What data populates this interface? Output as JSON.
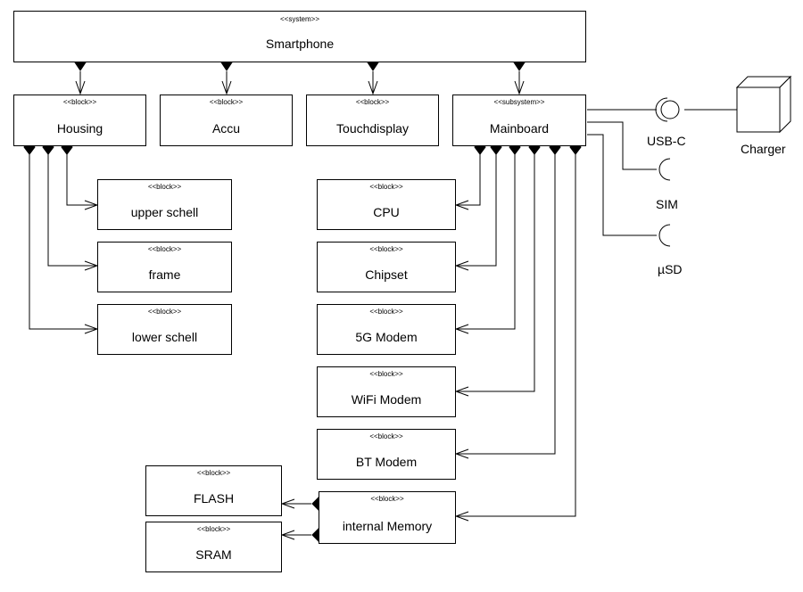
{
  "system": {
    "stereotype": "<<system>>",
    "name": "Smartphone"
  },
  "blocks": {
    "housing": {
      "stereotype": "<<block>>",
      "name": "Housing"
    },
    "accu": {
      "stereotype": "<<block>>",
      "name": "Accu"
    },
    "touchdisplay": {
      "stereotype": "<<block>>",
      "name": "Touchdisplay"
    },
    "mainboard": {
      "stereotype": "<<subsystem>>",
      "name": "Mainboard"
    },
    "upper_schell": {
      "stereotype": "<<block>>",
      "name": "upper schell"
    },
    "frame": {
      "stereotype": "<<block>>",
      "name": "frame"
    },
    "lower_schell": {
      "stereotype": "<<block>>",
      "name": "lower schell"
    },
    "cpu": {
      "stereotype": "<<block>>",
      "name": "CPU"
    },
    "chipset": {
      "stereotype": "<<block>>",
      "name": "Chipset"
    },
    "modem_5g": {
      "stereotype": "<<block>>",
      "name": "5G Modem"
    },
    "wifi_modem": {
      "stereotype": "<<block>>",
      "name": "WiFi Modem"
    },
    "bt_modem": {
      "stereotype": "<<block>>",
      "name": "BT Modem"
    },
    "internal_memory": {
      "stereotype": "<<block>>",
      "name": "internal Memory"
    },
    "flash": {
      "stereotype": "<<block>>",
      "name": "FLASH"
    },
    "sram": {
      "stereotype": "<<block>>",
      "name": "SRAM"
    }
  },
  "ports": {
    "usbc": "USB-C",
    "sim": "SIM",
    "usd": "µSD"
  },
  "external": {
    "charger": "Charger"
  },
  "colors": {
    "line": "#000000",
    "background": "#ffffff"
  }
}
